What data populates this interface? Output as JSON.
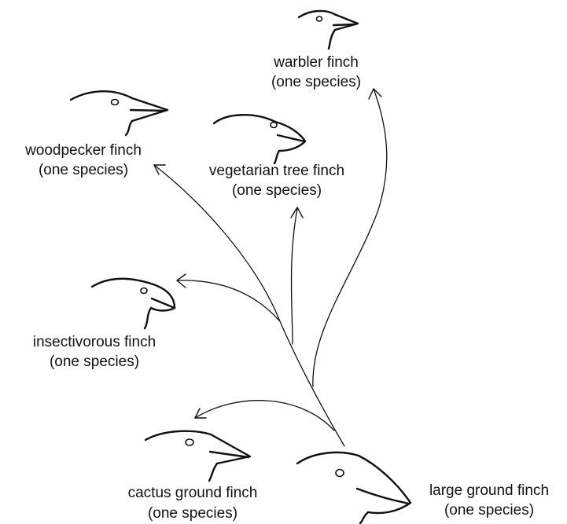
{
  "finches": [
    {
      "name": "warbler finch",
      "count": "(one species)",
      "icon": "warbler-finch-head-icon"
    },
    {
      "name": "woodpecker finch",
      "count": "(one species)",
      "icon": "woodpecker-finch-head-icon"
    },
    {
      "name": "vegetarian tree finch",
      "count": "(one species)",
      "icon": "vegetarian-tree-finch-head-icon"
    },
    {
      "name": "insectivorous finch",
      "count": "(one species)",
      "icon": "insectivorous-finch-head-icon"
    },
    {
      "name": "cactus ground finch",
      "count": "(one species)",
      "icon": "cactus-ground-finch-head-icon"
    },
    {
      "name": "large ground finch",
      "count": "(one species)",
      "icon": "large-ground-finch-head-icon"
    }
  ],
  "colors": {
    "ink": "#111111",
    "background": "#ffffff"
  }
}
